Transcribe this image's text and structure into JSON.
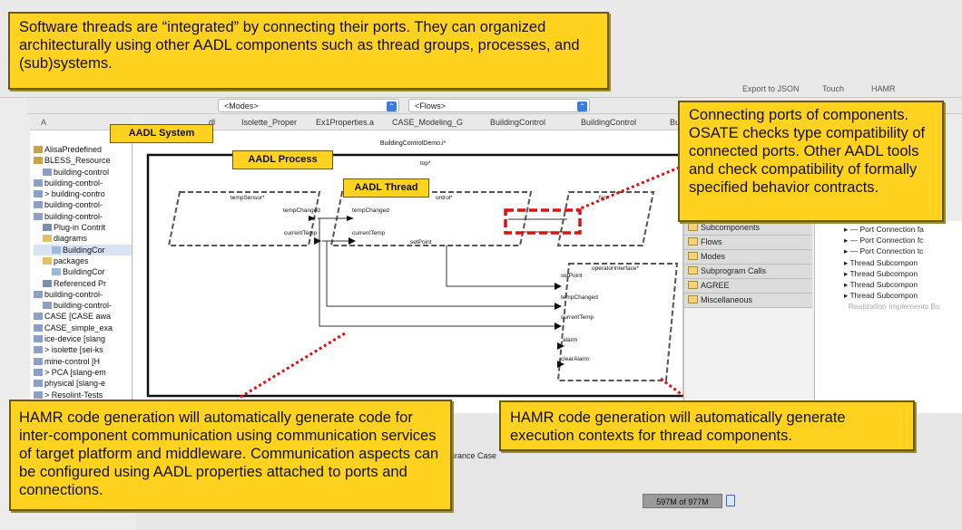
{
  "callouts": {
    "top": "Software threads are “integrated” by connecting their ports.  They can organized architecturally using other AADL components such as thread groups, processes, and (sub)systems.",
    "right": "Connecting ports of components.  OSATE checks type compatibility of connected ports.  Other AADL tools and check compatibility of formally specified behavior contracts.",
    "bottom_left": "HAMR code generation will automatically generate code for inter-component communication using communication services of target platform and middleware. Communication aspects can be configured using AADL properties attached to ports and connections.",
    "bottom_right": "HAMR code generation will automatically generate execution contexts for thread components."
  },
  "labels": {
    "aadl_system": "AADL System",
    "aadl_process": "AADL Process",
    "aadl_thread": "AADL Thread"
  },
  "toolbar": {
    "modes": "<Modes>",
    "flows": "<Flows>",
    "export_json": "Export to JSON",
    "touch": "Touch",
    "hamr": "HAMR"
  },
  "tabs": [
    "dl",
    "Isolette_Proper",
    "Ex1Properties.a",
    "CASE_Modeling_G",
    "BuildingControl",
    "BuildingControl",
    "Bu"
  ],
  "left_panel": {
    "tab": "A",
    "items": [
      "AlisaPredefined",
      "BLESS_Resource",
      "building-control",
      "building-control-",
      "> building-contro",
      "building-control-",
      "building-control-",
      "Plug-in Contrit",
      "diagrams",
      "BuildingCor",
      "packages",
      "BuildingCor",
      "Referenced Pr",
      "building-control-",
      "building-control-",
      "CASE [CASE awa",
      "CASE_simple_exa",
      "ice-device [slang",
      "> isolette [sei-ks",
      "mine-control [H",
      "> PCA [slang-em",
      "physical [slang-e",
      "> Resolint-Tests"
    ]
  },
  "diagram": {
    "title": "BuildingControlDemo.i*",
    "top": "top*",
    "temp_sensor": "tempSensor*",
    "control": "ontrol*",
    "fan": "fan*",
    "operator_interface": "operatorInterface*",
    "ports": {
      "temp_changed_1": "tempChanged",
      "current_temp_1": "currentTemp",
      "temp_changed_2": "tempChanged",
      "current_temp_2": "currentTemp",
      "set_point_1": "setPoint",
      "set_point_2": "setPoint",
      "temp_changed_3": "tempChanged",
      "current_temp_3": "currentTemp",
      "alarm": "alarm",
      "clear_alarm": "clearAlarm"
    }
  },
  "palette": [
    "Subcomponents",
    "Flows",
    "Modes",
    "Subprogram Calls",
    "AGREE",
    "Miscellaneous"
  ],
  "outline": [
    "— Port Connection fa",
    "— Port Connection fc",
    "— Port Connection tc",
    "Thread Subcompon",
    "Thread Subcompon",
    "Thread Subcompon",
    "Thread Subcompon",
    "Realization Implements Bu"
  ],
  "bottom": {
    "assurance_tab": "urance Case",
    "memory": "597M of 977M"
  },
  "colors": {
    "callout_bg": "#ffd21f",
    "callout_border": "#6b5a00",
    "red_dots": "#e01010"
  }
}
